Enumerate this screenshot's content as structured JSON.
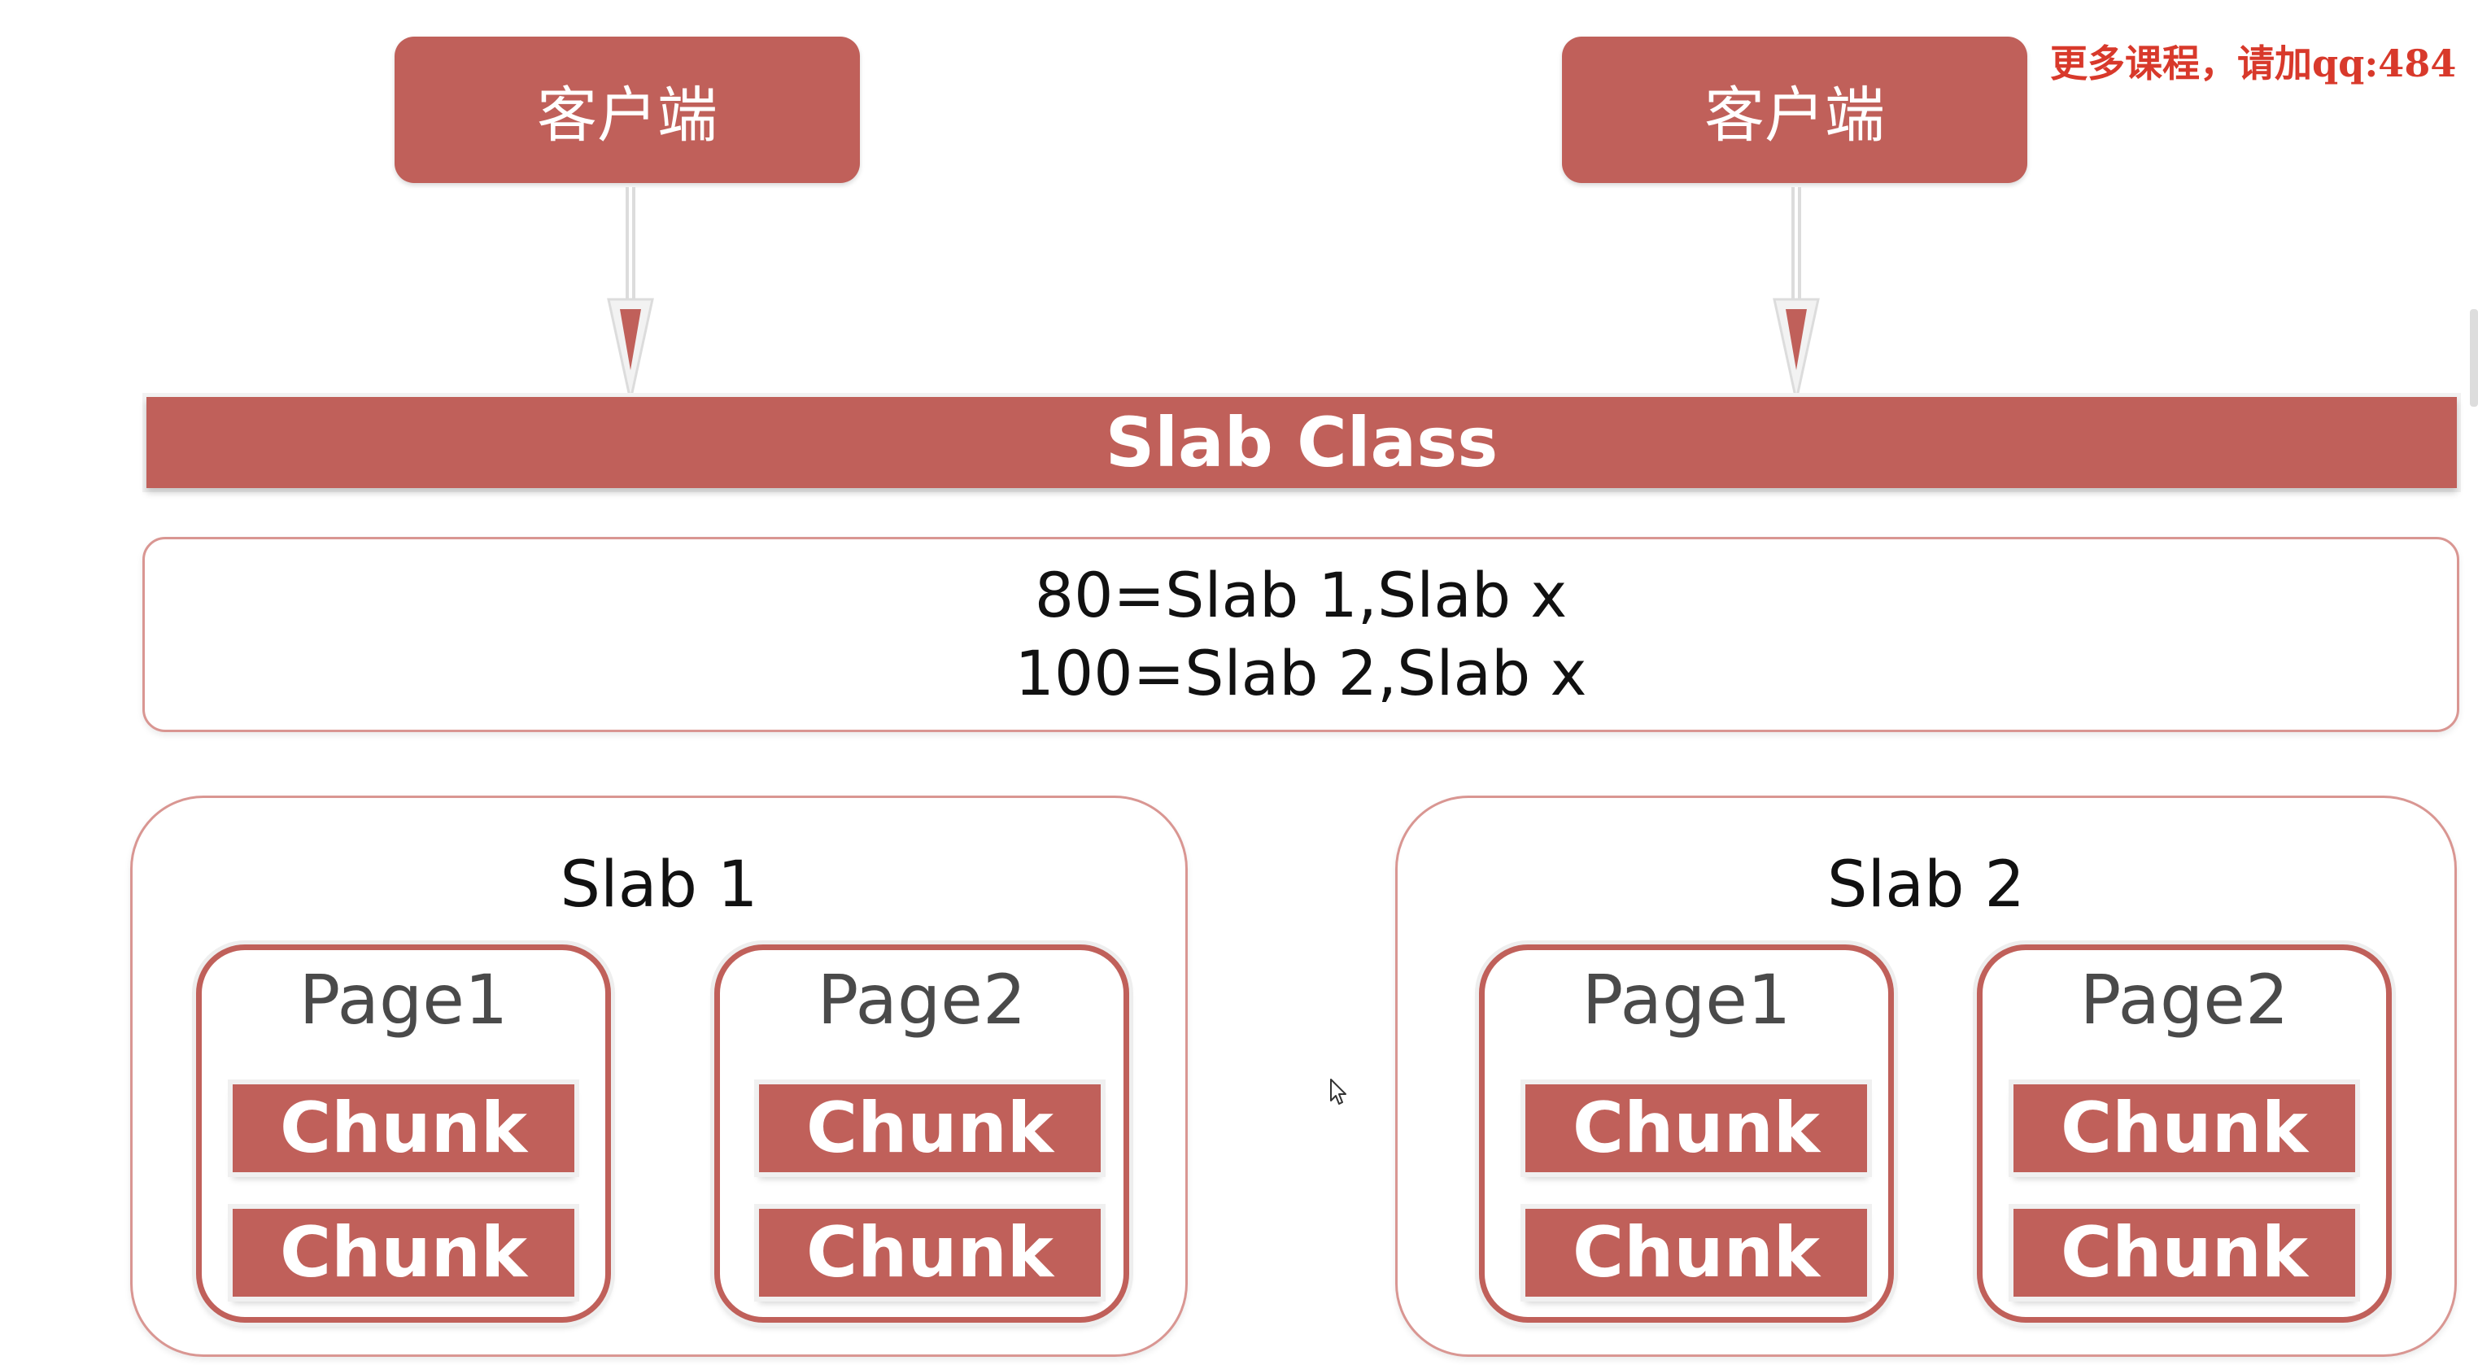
{
  "clients": [
    {
      "label": "客户端"
    },
    {
      "label": "客户端"
    }
  ],
  "slab_class": {
    "label": "Slab Class"
  },
  "mapping": {
    "line1": "80=Slab 1,Slab x",
    "line2": "100=Slab 2,Slab x"
  },
  "slabs": [
    {
      "title": "Slab 1",
      "pages": [
        {
          "title": "Page1",
          "chunks": [
            "Chunk",
            "Chunk"
          ]
        },
        {
          "title": "Page2",
          "chunks": [
            "Chunk",
            "Chunk"
          ]
        }
      ]
    },
    {
      "title": "Slab 2",
      "pages": [
        {
          "title": "Page1",
          "chunks": [
            "Chunk",
            "Chunk"
          ]
        },
        {
          "title": "Page2",
          "chunks": [
            "Chunk",
            "Chunk"
          ]
        }
      ]
    }
  ],
  "watermark": {
    "text": "更多课程，请加qq:484"
  },
  "colors": {
    "accent": "#c0605a",
    "border": "#d99692",
    "watermark": "#d8392b"
  }
}
